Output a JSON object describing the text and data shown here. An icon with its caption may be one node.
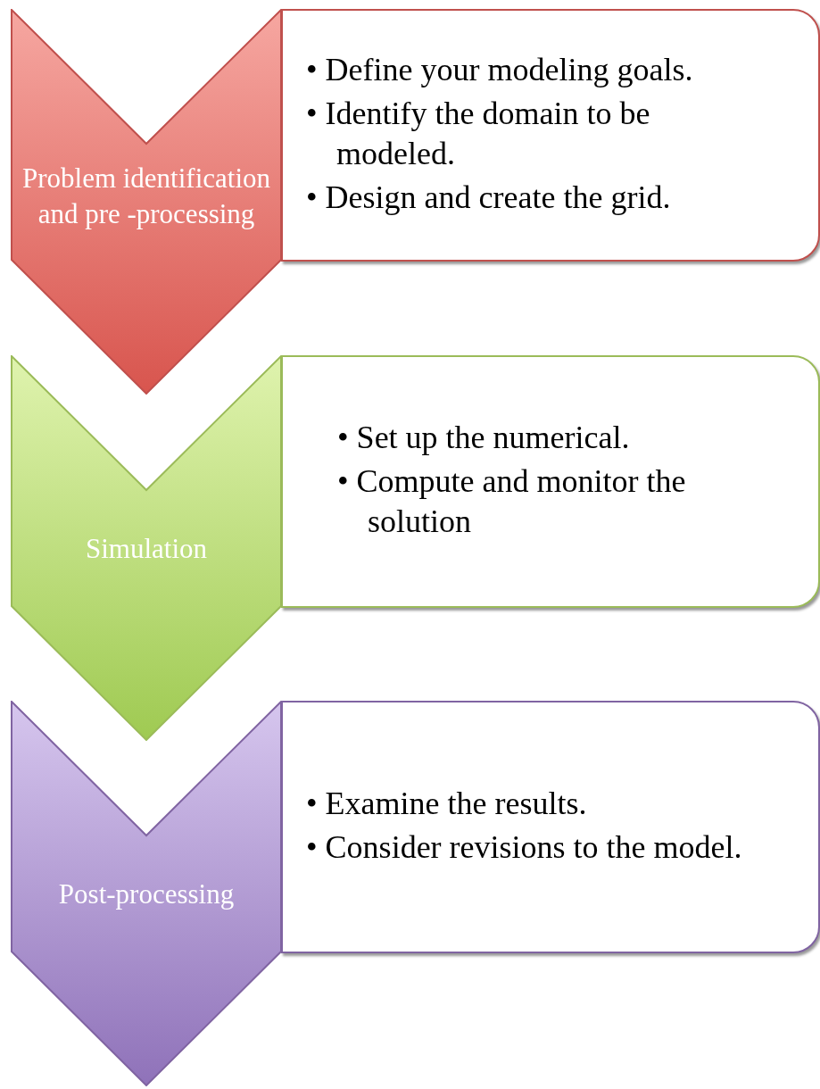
{
  "diagram": {
    "nodes": [
      {
        "text": [
          "Problem identification and pre -processing"
        ]
      },
      {
        "text": [
          "• Define your modeling goals.",
          "• Identify the domain to be modeled.",
          "• Design and create the grid."
        ]
      },
      {
        "text": [
          "Simulation"
        ]
      },
      {
        "text": [
          "• Set up the numerical.",
          "• Compute and monitor the solution"
        ]
      },
      {
        "text": [
          "Post-processing"
        ]
      },
      {
        "text": [
          "• Examine the results.",
          "• Consider revisions to the model."
        ]
      }
    ]
  }
}
